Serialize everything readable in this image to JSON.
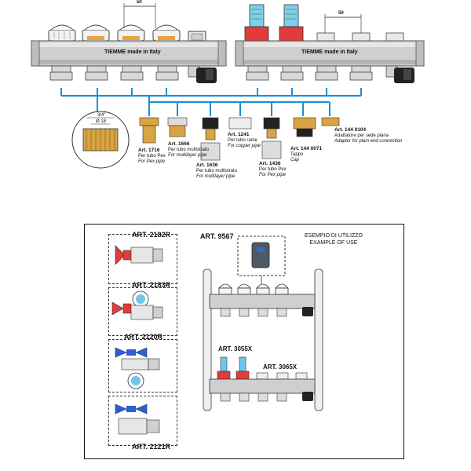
{
  "brand": "TIEMME",
  "made_in": "made in Italy",
  "dimension_left": "50",
  "dimension_right": "50",
  "fitting_detail": {
    "thread": "3/4\"",
    "diameter": "Ø 18"
  },
  "accessories": [
    {
      "art": "Art. 1716",
      "desc": "Per tubo Pex",
      "desc_en": "For Pex pipe"
    },
    {
      "art": "Art. 1666",
      "desc": "Per tubo multistrato",
      "desc_en": "For multilayer pipe"
    },
    {
      "art": "Art. 1636",
      "desc": "Per tubo multistrato",
      "desc_en": "For multilayer pipe"
    },
    {
      "art": "Art. 1241",
      "desc": "Per tubo rame",
      "desc_en": "For copper pipe"
    },
    {
      "art": "Art. 1436",
      "desc": "Per tubo Pex",
      "desc_en": "For Pex pipe"
    },
    {
      "art": "Art. 144 0071",
      "desc": "Tappo",
      "desc_en": "Cap"
    },
    {
      "art": "Art. 144 0104",
      "desc": "Adattatore per sede piana",
      "desc_en": "Adapter for plain end connection"
    }
  ],
  "lower": {
    "art_2182r": "ART. 2182R",
    "art_2183r": "ART. 2183R",
    "art_2120r": "ART. 2120R",
    "art_2121r": "ART. 2121R",
    "art_9567": "ART. 9567",
    "art_3055x": "ART. 3055X",
    "art_3065x": "ART. 3065X",
    "example_it": "ESEMPIO DI UTILIZZO",
    "example_en": "EXAMPLE OF USE"
  },
  "colors": {
    "manifold": "#c9c9c9",
    "blue_line": "#1a8fd6",
    "red": "#e23b3b",
    "brass": "#d9a441",
    "valve_blue": "#2b5fd9",
    "flow_meter": "#6fc6e6"
  }
}
